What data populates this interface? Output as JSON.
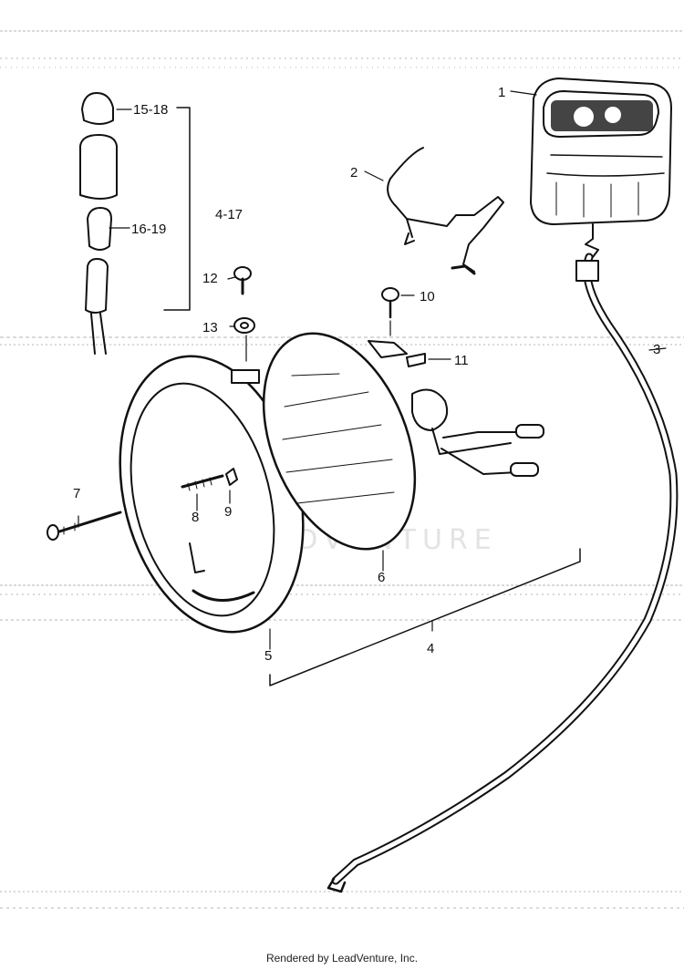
{
  "diagram": {
    "callouts": {
      "c1": "1",
      "c2": "2",
      "c3": "3",
      "c4": "4",
      "c4_17": "4-17",
      "c5": "5",
      "c6": "6",
      "c7": "7",
      "c8": "8",
      "c9": "9",
      "c10": "10",
      "c11": "11",
      "c12": "12",
      "c13": "13",
      "c15_18": "15-18",
      "c16_19": "16-19"
    },
    "watermark": "LEADVENTURE"
  },
  "footer": {
    "credit": "Rendered by LeadVenture, Inc."
  }
}
